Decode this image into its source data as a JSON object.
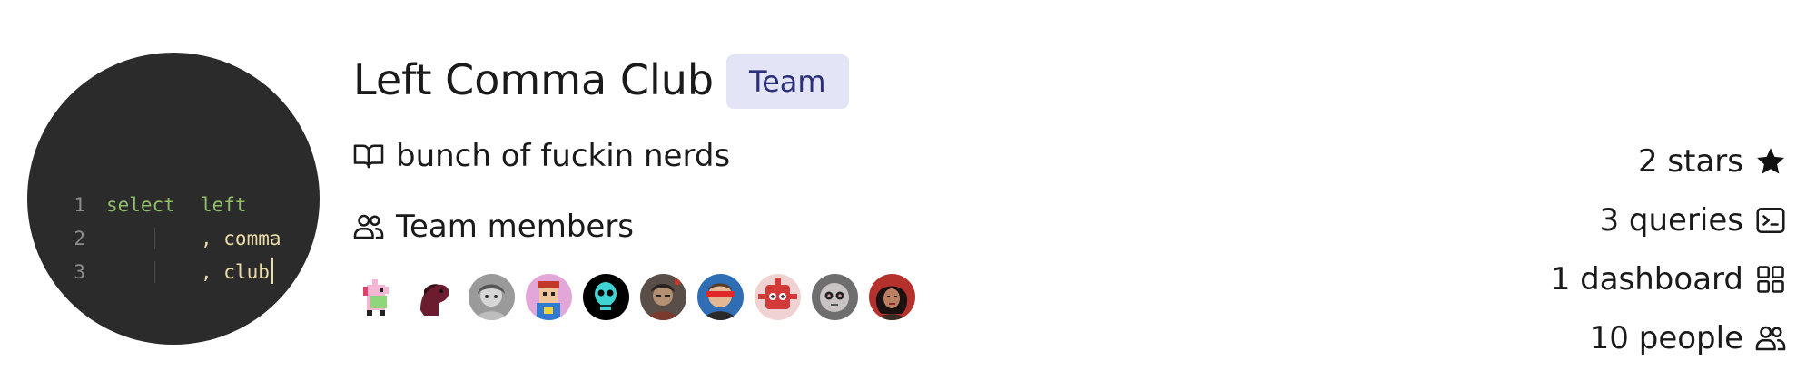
{
  "team": {
    "name": "Left Comma Club",
    "badge": "Team",
    "bio": "bunch of fuckin nerds",
    "members_label": "Team members"
  },
  "logo_code": {
    "lines": [
      {
        "number": "1",
        "keyword": "select",
        "identifier": "left"
      },
      {
        "number": "2",
        "continuation": ", comma"
      },
      {
        "number": "3",
        "continuation": ", club"
      }
    ]
  },
  "members": [
    {
      "avatar": "pink-pixel-unicorn"
    },
    {
      "avatar": "maroon-horse-head"
    },
    {
      "avatar": "grayscale-portrait"
    },
    {
      "avatar": "pixel-character-on-pink"
    },
    {
      "avatar": "cyan-skull-on-black"
    },
    {
      "avatar": "illustrated-character"
    },
    {
      "avatar": "man-with-red-visor"
    },
    {
      "avatar": "red-pattern"
    },
    {
      "avatar": "gray-masked-face"
    },
    {
      "avatar": "woman-on-red"
    }
  ],
  "stats": {
    "stars": "2 stars",
    "queries": "3 queries",
    "dashboards": "1 dashboard",
    "people": "10 people"
  },
  "icons": {
    "bio": "book-open-icon",
    "members": "users-icon",
    "stars": "star-icon",
    "queries": "terminal-icon",
    "dashboards": "grid-icon",
    "people": "users-icon"
  },
  "colors": {
    "logo_background": "#2b2b2b",
    "code_keyword": "#8fbf6a",
    "code_text": "#ecdcaa",
    "line_number": "#8c8c8c",
    "badge_background": "#e4e4f7",
    "badge_text": "#2b2f7a",
    "text": "#1a1a1a"
  }
}
